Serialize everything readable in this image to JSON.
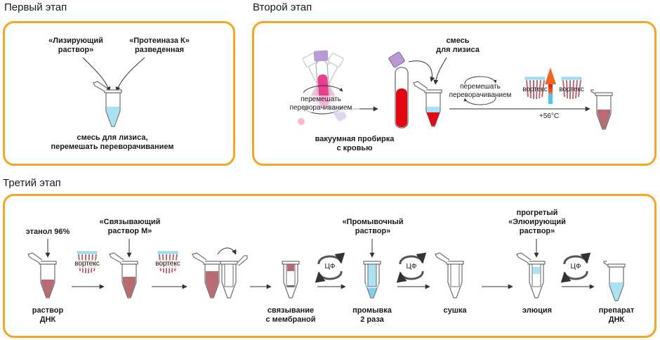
{
  "stages": [
    {
      "title": "Первый этап",
      "reagent_left": "«Лизирующий\nраствор»",
      "reagent_right": "«Протеиназа К»\nразведенная",
      "caption": "смесь для лизиса,\nперемешать переворачиванием"
    },
    {
      "title": "Второй этап",
      "invert_label": "перемешать\nпереворачиванием",
      "vacutainer_caption": "вакуумная пробирка\nс кровью",
      "mix_label": "смесь\nдля лизиса",
      "invert_label_2": "перемешать\nпереворачиванием",
      "vortex_1": "вортекс",
      "vortex_2": "вортекс",
      "temperature": "+56°С"
    },
    {
      "title": "Третий этап",
      "ethanol": "этанол 96%",
      "binding_solution": "«Связывающий\nраствор М»",
      "vortex_1": "вортекс",
      "vortex_2": "вортекс",
      "wash_solution": "«Промывочный\nраствор»",
      "elution_solution": "прогретый\n«Элюирующий\nраствор»",
      "centrifuge_1": "ЦФ",
      "centrifuge_2": "ЦФ",
      "centrifuge_3": "ЦФ",
      "captions": {
        "dna_solution": "раствор\nДНК",
        "binding": "связывание\nс мембраной",
        "washing": "промывка\n2 раза",
        "drying": "сушка",
        "elution": "элюция",
        "product": "препарат\nДНК"
      }
    }
  ],
  "colors": {
    "panel_border": "#f5a623",
    "blood_red": "#e30613",
    "dna_rose": "#b86b72",
    "buffer_blue": "#a9e2f2",
    "wash_blue": "#7fd0ec",
    "tube_gray": "#6d6e70",
    "purple_cap": "#b99ad6",
    "pink_tube": "#e8408f",
    "heat_orange": "#f26522",
    "cool_blue": "#4cc6ec"
  },
  "icons": [
    "microtube-icon",
    "spin-column-icon",
    "vacutainer-icon",
    "invert-rotation-icon",
    "centrifuge-icon",
    "vortex-rack-icon",
    "heat-arrow-icon",
    "arrow-icon"
  ]
}
